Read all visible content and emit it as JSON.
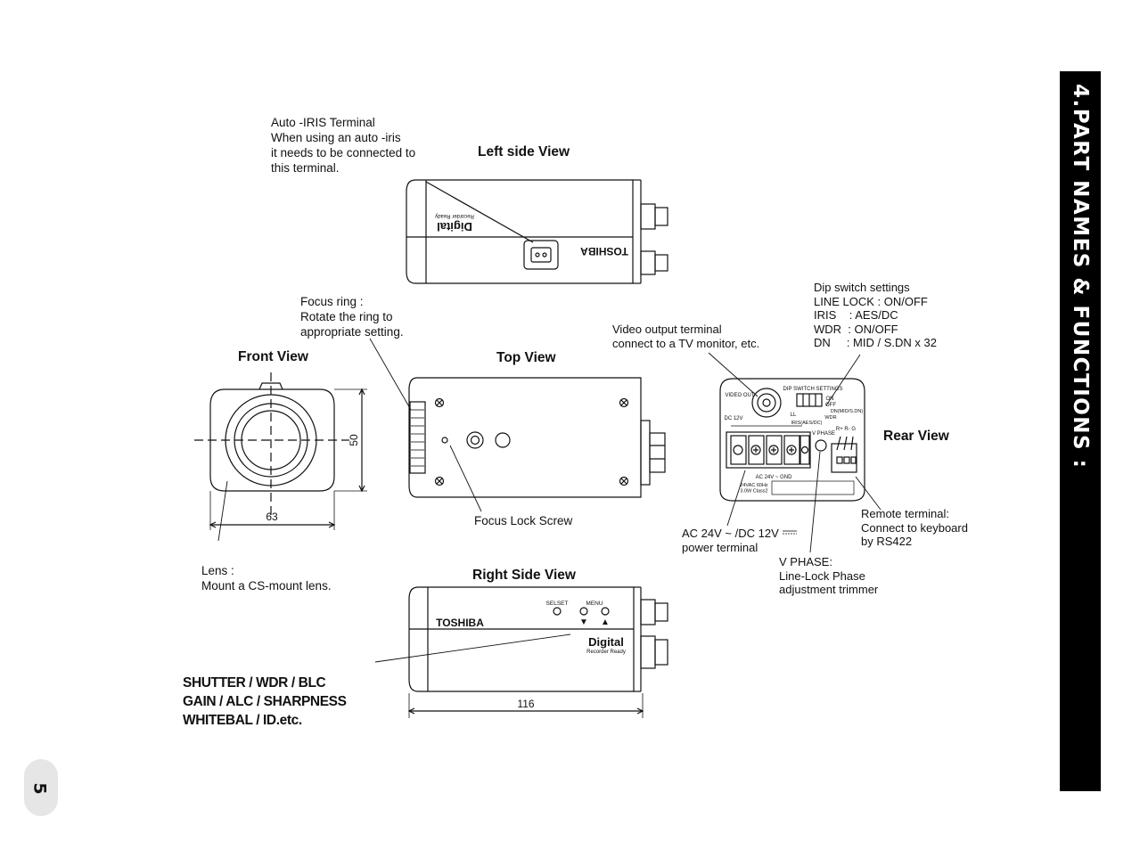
{
  "views": {
    "left_side": "Left side View",
    "front": "Front View",
    "top": "Top View",
    "rear": "Rear View",
    "right_side": "Right Side View"
  },
  "callouts": {
    "auto_iris": "Auto -IRIS Terminal\nWhen using an auto -iris\nit needs to be connected to\nthis terminal.",
    "focus_ring": "Focus ring :\nRotate the ring to\nappropriate setting.",
    "video_output": "Video output terminal\nconnect to a TV monitor, etc.",
    "dip_switch": "Dip switch settings\nLINE LOCK : ON/OFF\nIRIS    : AES/DC\nWDR  : ON/OFF\nDN     : MID / S.DN x 32",
    "focus_lock": "Focus Lock Screw",
    "lens": "Lens :\nMount a CS-mount lens.",
    "power": "AC 24V ~ /DC 12V\npower terminal",
    "v_phase": "V PHASE:\nLine-Lock Phase\nadjustment trimmer",
    "remote": "Remote terminal:\nConnect to keyboard\nby RS422",
    "menu_functions": "SHUTTER / WDR / BLC\nGAIN / ALC / SHARPNESS\nWHITEBAL / ID.etc."
  },
  "dimensions": {
    "height": "50",
    "width": "63",
    "length": "116"
  },
  "device_labels": {
    "brand": "TOSHIBA",
    "digital": "Digital",
    "digital_sub": "Recorder Ready",
    "selset": "SELSET",
    "menu": "MENU",
    "down_arrow": "▼",
    "up_arrow": "▲",
    "video_out": "VIDEO OUT",
    "dc12v": "DC 12V",
    "dip_title": "DIP SWITCH SETTINGS",
    "dip_on": "ON",
    "dip_off": "OFF",
    "dn_mid": "DN(MID/S.DN)",
    "wdr": "WDR",
    "ll": "LL",
    "iris_aes": "IRIS(AES/DC)",
    "v_phase": "V PHASE",
    "rs_g": "R+ R- G",
    "ac24v": "AC 24V ~  GND",
    "rating": "24VAC 60Hz\n3.0W Class2"
  },
  "section_title": "4.PART NAMES & FUNCTIONS :",
  "page_number": "5"
}
